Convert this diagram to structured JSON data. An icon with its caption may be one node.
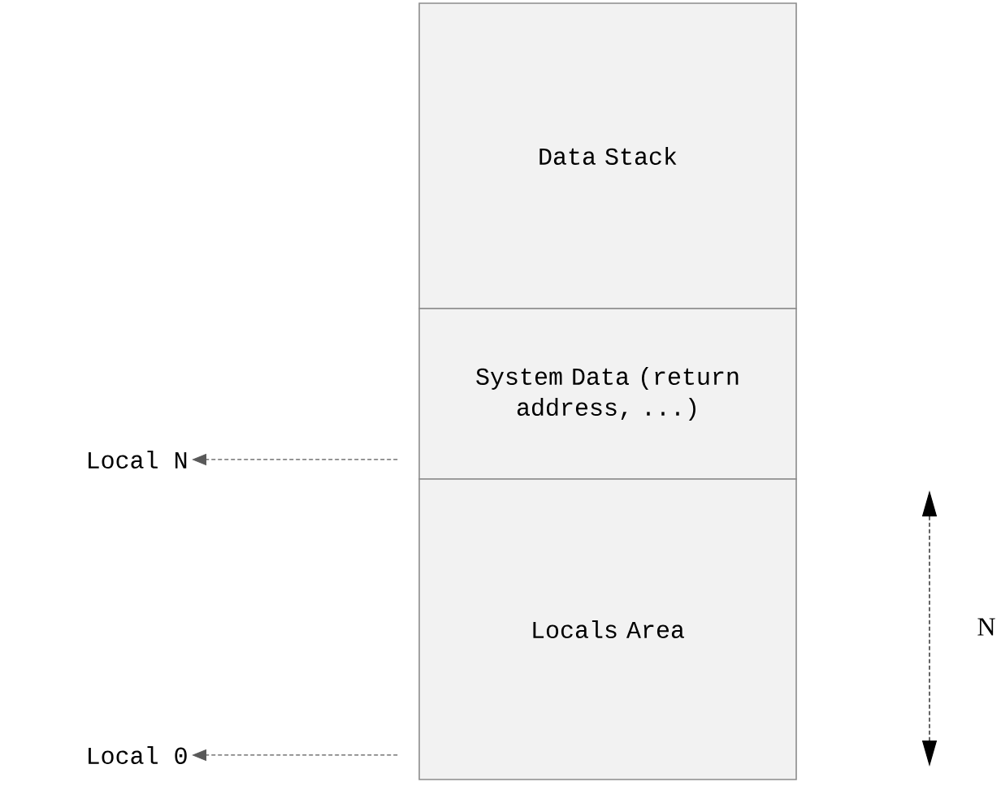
{
  "diagram": {
    "nodes": [
      {
        "text": [
          "Data Stack"
        ]
      },
      {
        "text": [
          "System Data (return address, ...)"
        ]
      },
      {
        "text": [
          "Locals Area"
        ]
      },
      {
        "text": [
          "Local N"
        ]
      },
      {
        "text": [
          "Local 0"
        ]
      }
    ],
    "edges": [
      {
        "from": 1,
        "to": 3,
        "arrow": "to",
        "style": "dashed"
      },
      {
        "from": 2,
        "to": 4,
        "arrow": "to",
        "style": "dashed"
      }
    ],
    "labels": [
      "N"
    ]
  }
}
